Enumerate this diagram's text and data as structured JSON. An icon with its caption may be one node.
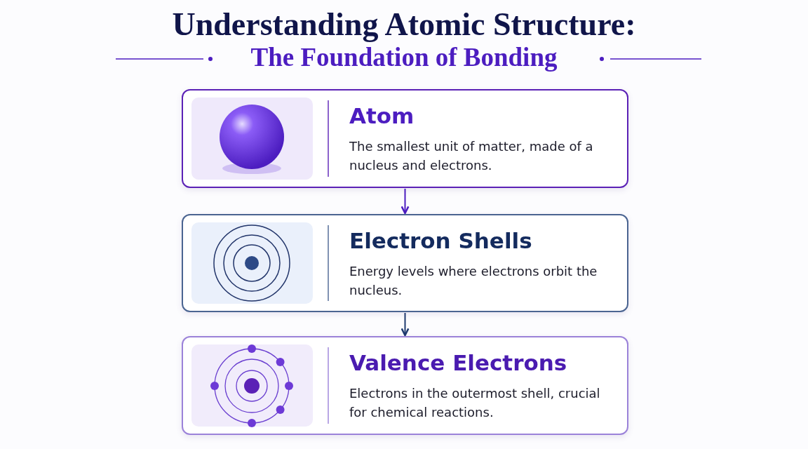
{
  "diagram": {
    "title": "Understanding Atomic Structure:",
    "nodes": [
      {
        "text": [
          "Atom",
          "The smallest unit of matter, made of a nucleus and electrons."
        ]
      },
      {
        "text": [
          "Electron Shells",
          "Energy levels where electrons orbit the nucleus."
        ]
      },
      {
        "text": [
          "Valence Electrons",
          "Electrons in the outermost shell, crucial for chemical reactions."
        ]
      }
    ],
    "edges": [
      {
        "from": 0,
        "to": 1,
        "arrow": "to",
        "color": "#4c1dc0"
      },
      {
        "from": 1,
        "to": 2,
        "arrow": "to",
        "color": "#1e3a6e"
      }
    ],
    "labels": [
      "The Foundation of Bonding"
    ]
  }
}
